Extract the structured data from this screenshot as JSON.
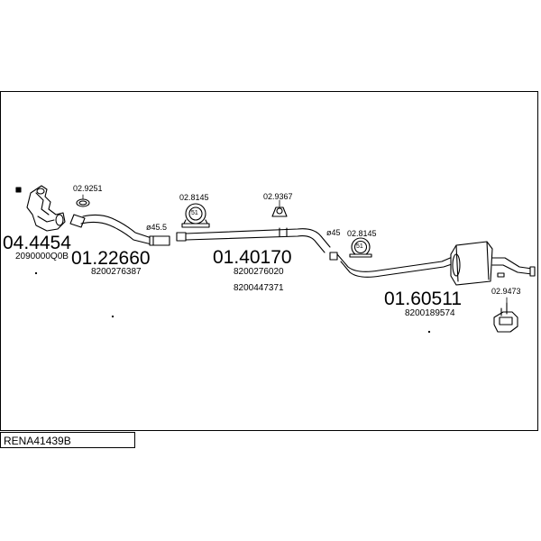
{
  "diagram": {
    "reference_code": "RENA41439B",
    "parts": [
      {
        "part_number": "04.4454",
        "oem_numbers": [
          "2090000Q0B"
        ]
      },
      {
        "part_number": "01.22660",
        "oem_numbers": [
          "8200276387"
        ]
      },
      {
        "part_number": "01.40170",
        "oem_numbers": [
          "8200276020",
          "8200447371"
        ]
      },
      {
        "part_number": "01.60511",
        "oem_numbers": [
          "8200189574"
        ]
      }
    ],
    "accessories": [
      {
        "part_number": "02.9251"
      },
      {
        "part_number": "02.8145"
      },
      {
        "part_number": "02.9367"
      },
      {
        "part_number": "02.8145"
      },
      {
        "part_number": "02.9473"
      }
    ],
    "diameters": [
      "ø45.5",
      "ø45"
    ],
    "clamp_label": "51"
  },
  "colors": {
    "line": "#000000",
    "background": "#ffffff"
  }
}
